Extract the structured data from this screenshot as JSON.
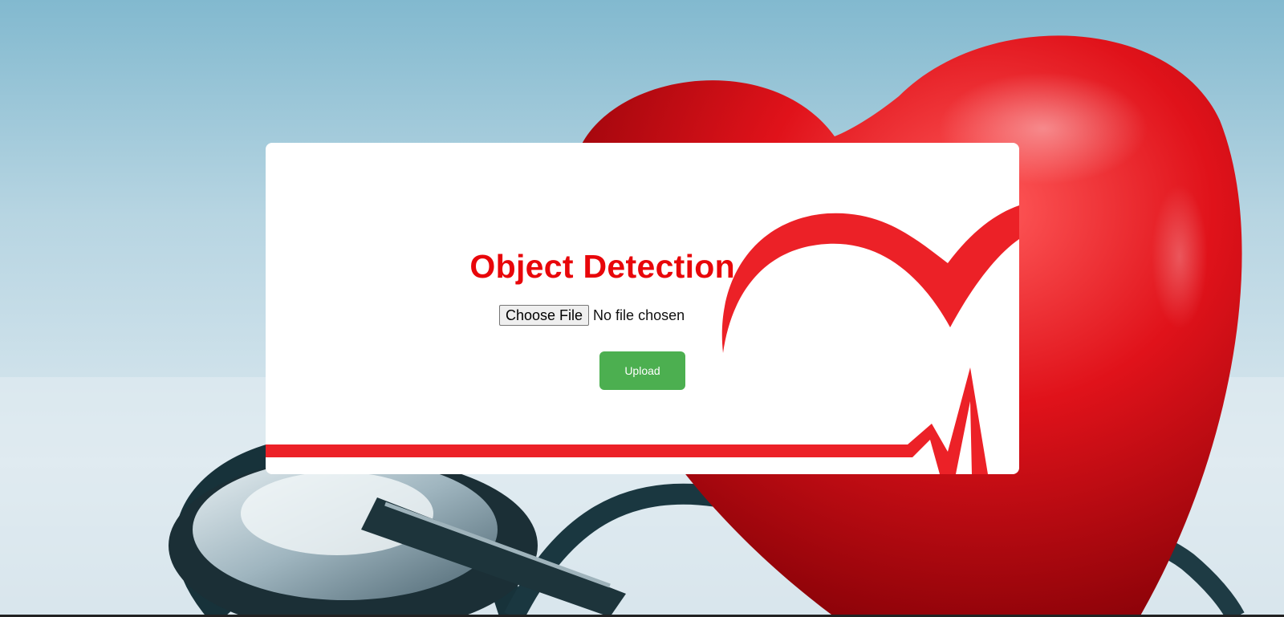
{
  "page": {
    "title": "Object Detection",
    "background_subject": "red-heart-with-stethoscope"
  },
  "file_input": {
    "button_label": "Choose File",
    "status_text": "No file chosen"
  },
  "upload_button": {
    "label": "Upload"
  },
  "colors": {
    "title": "#e8060a",
    "upload_button": "#4caf50",
    "card_accent": "#ec2127",
    "card_background": "#ffffff"
  },
  "icons": {
    "card_decoration": "heart-heartbeat-icon"
  }
}
